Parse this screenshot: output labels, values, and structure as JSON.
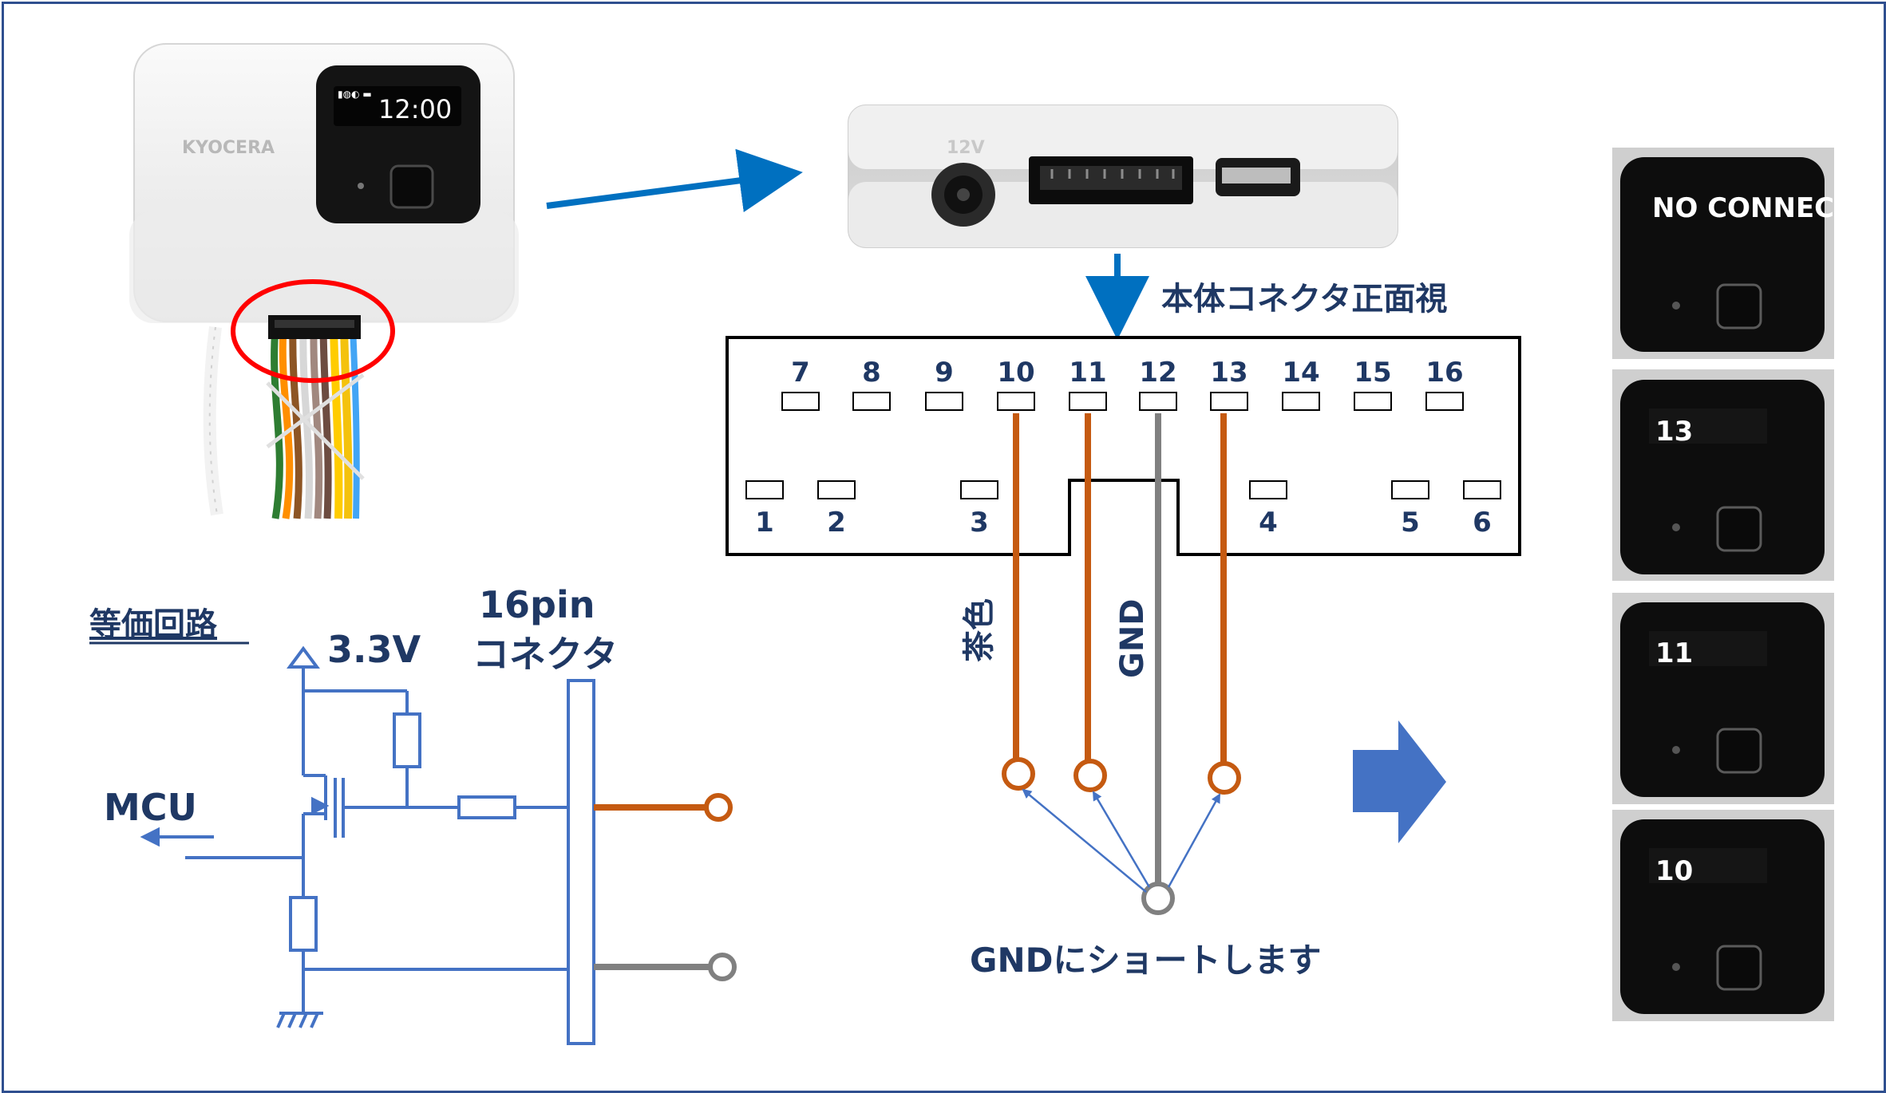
{
  "device_photo": {
    "brand": "KYOCERA",
    "clock": "12:00"
  },
  "back_view": {
    "power_label": "12V"
  },
  "connector": {
    "title": "本体コネクタ正面視",
    "top_pins": [
      "7",
      "8",
      "9",
      "10",
      "11",
      "12",
      "13",
      "14",
      "15",
      "16"
    ],
    "bottom_pins": [
      "1",
      "2",
      "3",
      "4",
      "5",
      "6"
    ]
  },
  "wires": {
    "brown_label": "茶色",
    "gnd_label": "GND",
    "short_note": "GNDにショートします"
  },
  "circuit": {
    "title": "等価回路",
    "vcc": "3.3V",
    "connector_label_1": "16pin",
    "connector_label_2": "コネクタ",
    "mcu": "MCU"
  },
  "screens": [
    {
      "text": "NO CONNECT"
    },
    {
      "text": "13"
    },
    {
      "text": "11"
    },
    {
      "text": "10"
    }
  ],
  "colors": {
    "wire_brown": "#c55a11",
    "wire_gnd": "#808080",
    "circuit_blue": "#4472c4",
    "label_navy": "#1f3864",
    "arrow_blue": "#0070c0"
  }
}
